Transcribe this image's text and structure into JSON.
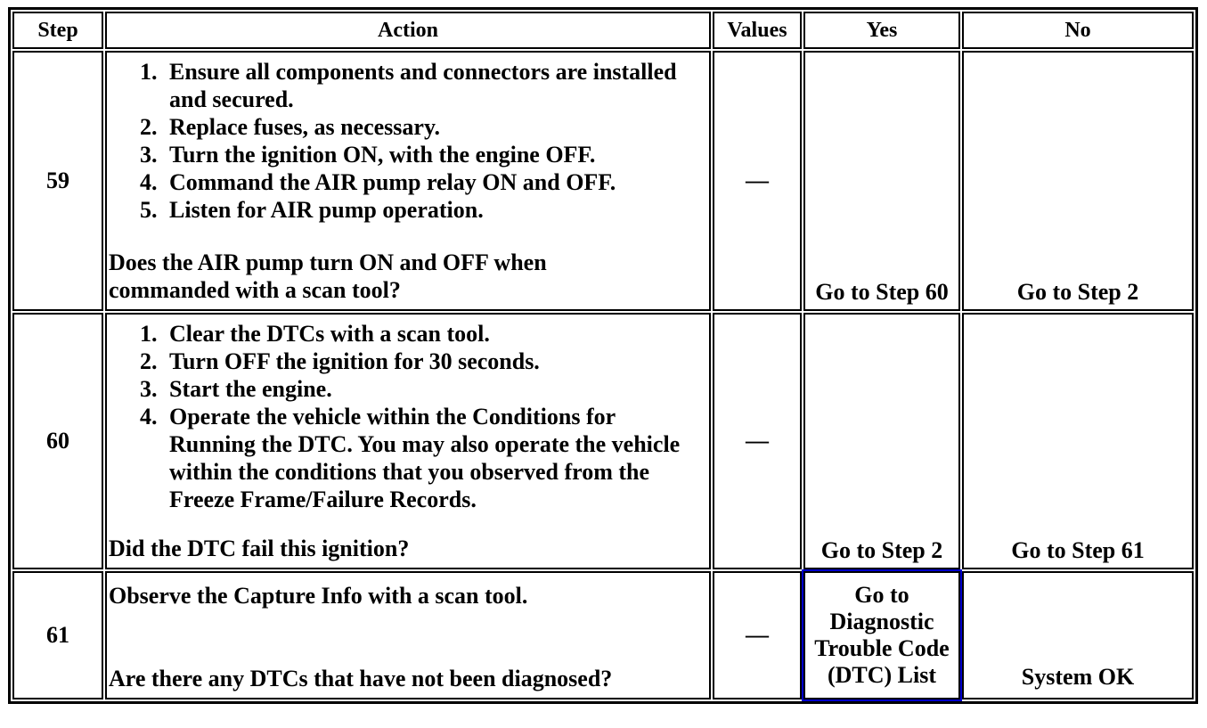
{
  "accent_blue": "#0000CC",
  "table": {
    "header": {
      "step": "Step",
      "action": "Action",
      "values": "Values",
      "yes": "Yes",
      "no": "No"
    },
    "rows": [
      {
        "step": "59",
        "items": [
          "Ensure all components and connectors are installed and secured.",
          "Replace fuses, as necessary.",
          "Turn the ignition ON, with the engine OFF.",
          "Command the AIR pump relay ON and OFF.",
          "Listen for AIR pump operation."
        ],
        "question": "Does the AIR pump turn ON and OFF when commanded with a scan tool?",
        "values": "—",
        "yes": "Go to Step 60",
        "no": "Go to Step 2"
      },
      {
        "step": "60",
        "items": [
          "Clear the DTCs with a scan tool.",
          "Turn OFF the ignition for 30 seconds.",
          "Start the engine.",
          "Operate the vehicle within the Conditions for Running the DTC. You may also operate the vehicle within the conditions that you observed from the Freeze Frame/Failure Records."
        ],
        "question": "Did the DTC fail this ignition?",
        "values": "—",
        "yes": "Go to Step 2",
        "no": "Go to Step 61"
      },
      {
        "step": "61",
        "statement": "Observe the Capture Info with a scan tool.",
        "question": "Are there any DTCs that have not been diagnosed?",
        "values": "—",
        "yes": "Go to Diagnostic Trouble Code (DTC) List",
        "no": "System OK"
      }
    ]
  }
}
